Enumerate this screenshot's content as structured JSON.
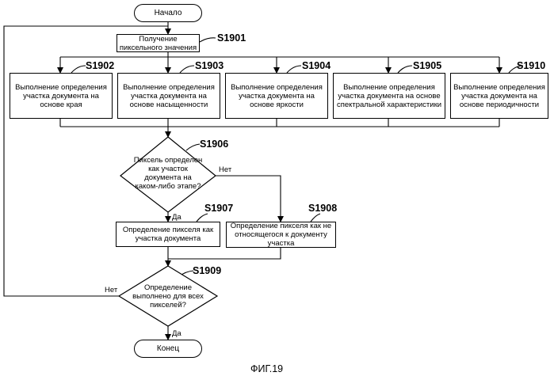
{
  "nodes": {
    "start": "Начало",
    "s1901": "Получение пиксельного значения",
    "s1902": "Выполнение определения участка документа на основе края",
    "s1903": "Выполнение определения участка документа на основе насыщенности",
    "s1904": "Выполнение определения участка документа на основе яркости",
    "s1905": "Выполнение определения участка документа на основе спектральной характеристики",
    "s1910": "Выполнение определения участка документа на основе периодичности",
    "s1906": "Пиксель определен как участок документа на каком-либо этапе?",
    "s1907": "Определение пикселя как участка документа",
    "s1908": "Определение пикселя как не относящегося к документу участка",
    "s1909": "Определение выполнено для всех пикселей?",
    "end": "Конец"
  },
  "steps": {
    "s1901": "S1901",
    "s1902": "S1902",
    "s1903": "S1903",
    "s1904": "S1904",
    "s1905": "S1905",
    "s1910": "S1910",
    "s1906": "S1906",
    "s1907": "S1907",
    "s1908": "S1908",
    "s1909": "S1909"
  },
  "edge_labels": {
    "s1906_no": "Нет",
    "s1906_yes": "Да",
    "s1909_no": "Нет",
    "s1909_yes": "Да"
  },
  "caption": "ФИГ.19"
}
